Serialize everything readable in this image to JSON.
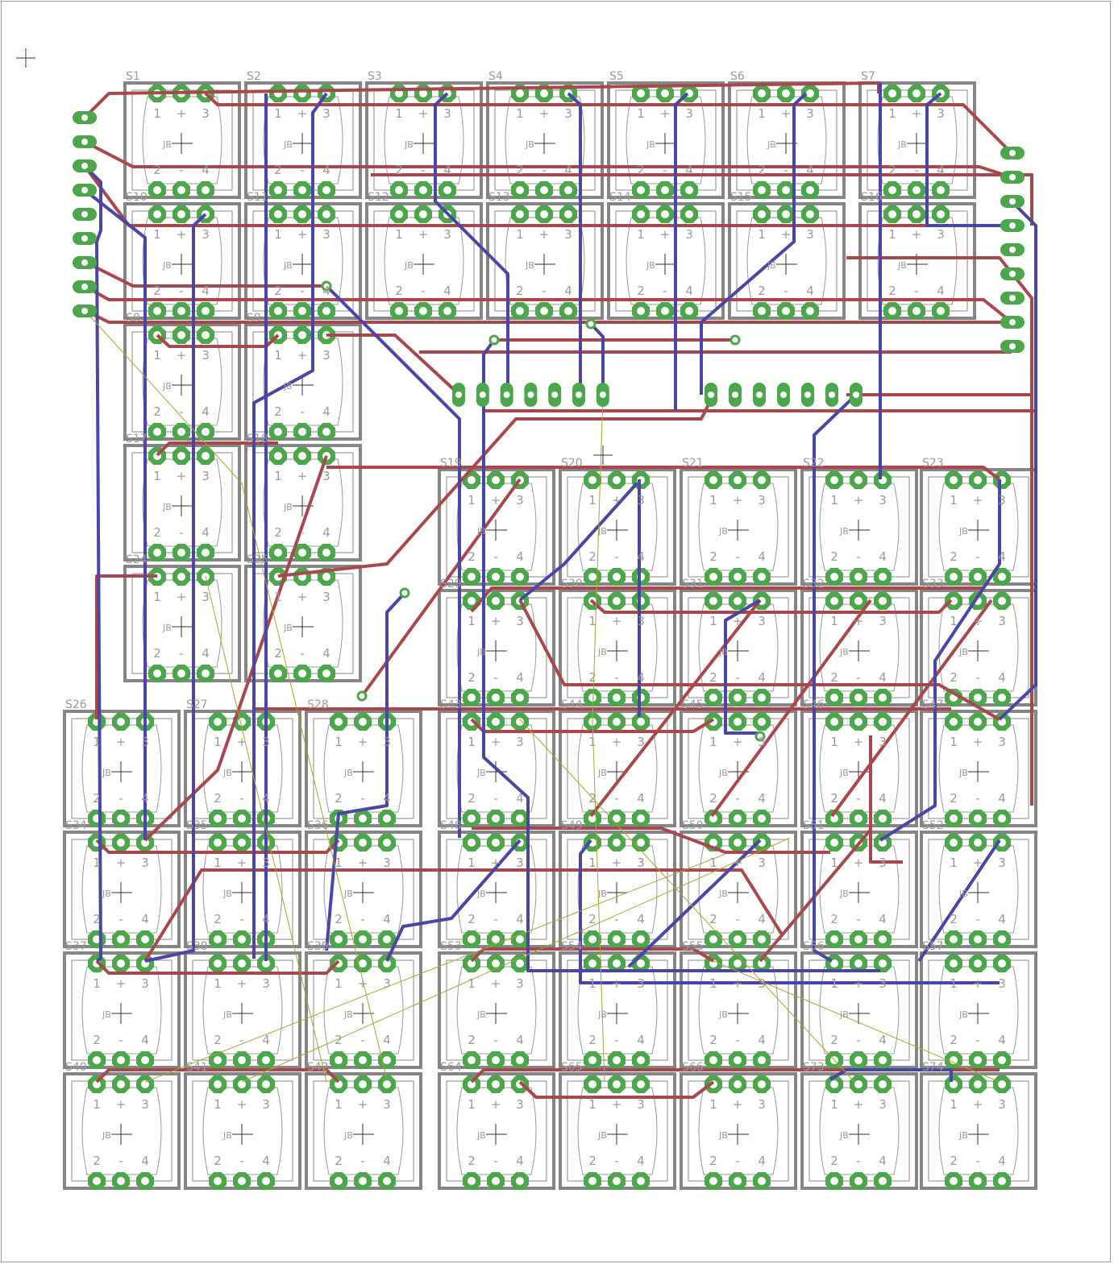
{
  "board": {
    "title": "Keyboard switch matrix PCB layout",
    "switch_pin_labels": {
      "top": [
        "1",
        "+",
        "3"
      ],
      "bottom": [
        "2",
        "-",
        "4"
      ]
    },
    "switch_package_label": "JB",
    "colors": {
      "top_copper": "#a8484c",
      "bottom_copper": "#4a46a4",
      "pad": "#4ca64c",
      "outline": "#808080",
      "airwire": "#a8a830"
    }
  },
  "switches": {
    "top_rows": [
      [
        "S1",
        "S2",
        "S3",
        "S4",
        "S5",
        "S6",
        "S7"
      ],
      [
        "S10",
        "S11",
        "S12",
        "S13",
        "S14",
        "S15",
        "S16"
      ]
    ],
    "left_column": [
      [
        "S8",
        "S9"
      ],
      [
        "S17",
        "S18"
      ],
      [
        "S24",
        "S25"
      ]
    ],
    "right_block": [
      [
        "S19",
        "S20",
        "S21",
        "S22",
        "S23"
      ],
      [
        "S29",
        "S30",
        "S31",
        "S32",
        "S33"
      ],
      [
        "S43",
        "S44",
        "S45",
        "S46",
        "S47"
      ],
      [
        "S48",
        "S49",
        "S50",
        "S51",
        "S52"
      ],
      [
        "S53",
        "S54",
        "S55",
        "S56",
        "S57"
      ],
      [
        "S64",
        "S65",
        "S66",
        "S73",
        "S74"
      ]
    ],
    "left_bottom_block": [
      [
        "S26",
        "S27",
        "S28"
      ],
      [
        "S34",
        "S35",
        "S36"
      ],
      [
        "S37",
        "S38",
        "S39"
      ],
      [
        "S40",
        "S41",
        "S42"
      ]
    ]
  },
  "headers": {
    "left_pin_count": 9,
    "right_pin_count": 9,
    "middle_left_pin_count": 7,
    "middle_right_pin_count": 7
  }
}
